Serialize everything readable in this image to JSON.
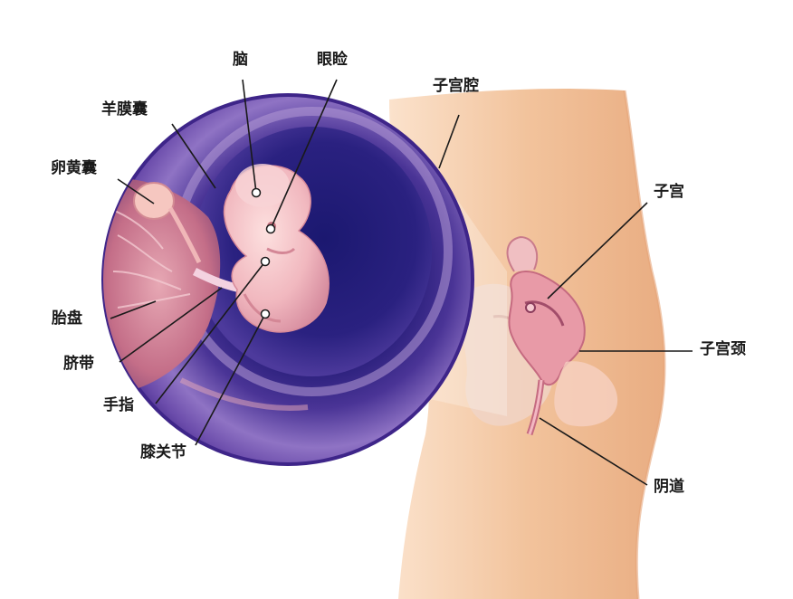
{
  "labels": {
    "brain": "脑",
    "eyelid": "眼睑",
    "amniotic_sac": "羊膜囊",
    "uterine_cavity": "子宫腔",
    "yolk_sac": "卵黄囊",
    "uterus": "子宫",
    "placenta": "胎盘",
    "cervix": "子宫颈",
    "umbilical_cord": "脐带",
    "fingers": "手指",
    "knee_joint": "膝关节",
    "vagina": "阴道"
  },
  "colors": {
    "sac_outer": "#5b3fa0",
    "sac_inner": "#1e1670",
    "skin": "#f1c49e",
    "embryo": "#f2bcc0",
    "placenta": "#c9788f",
    "uterus": "#e89aa7",
    "leader_line": "#1a1a1a"
  }
}
